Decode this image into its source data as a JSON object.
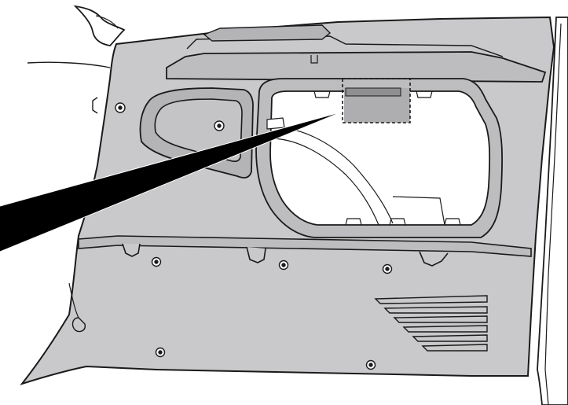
{
  "diagram": {
    "subject": "rear-quarter-trim-panel",
    "highlight_region": "dashed-rectangle",
    "pointer": "callout-wedge"
  },
  "colors": {
    "panel_fill": "#c9c9cb",
    "panel_dark": "#b4b4b6",
    "opening_fill": "#ffffff",
    "stroke": "#1a1a1a",
    "pointer_fill": "#000000",
    "highlight_fill": "#aeaeb0"
  },
  "icons": {
    "fastener": "circle-with-dot",
    "vent": "louver-slats"
  }
}
